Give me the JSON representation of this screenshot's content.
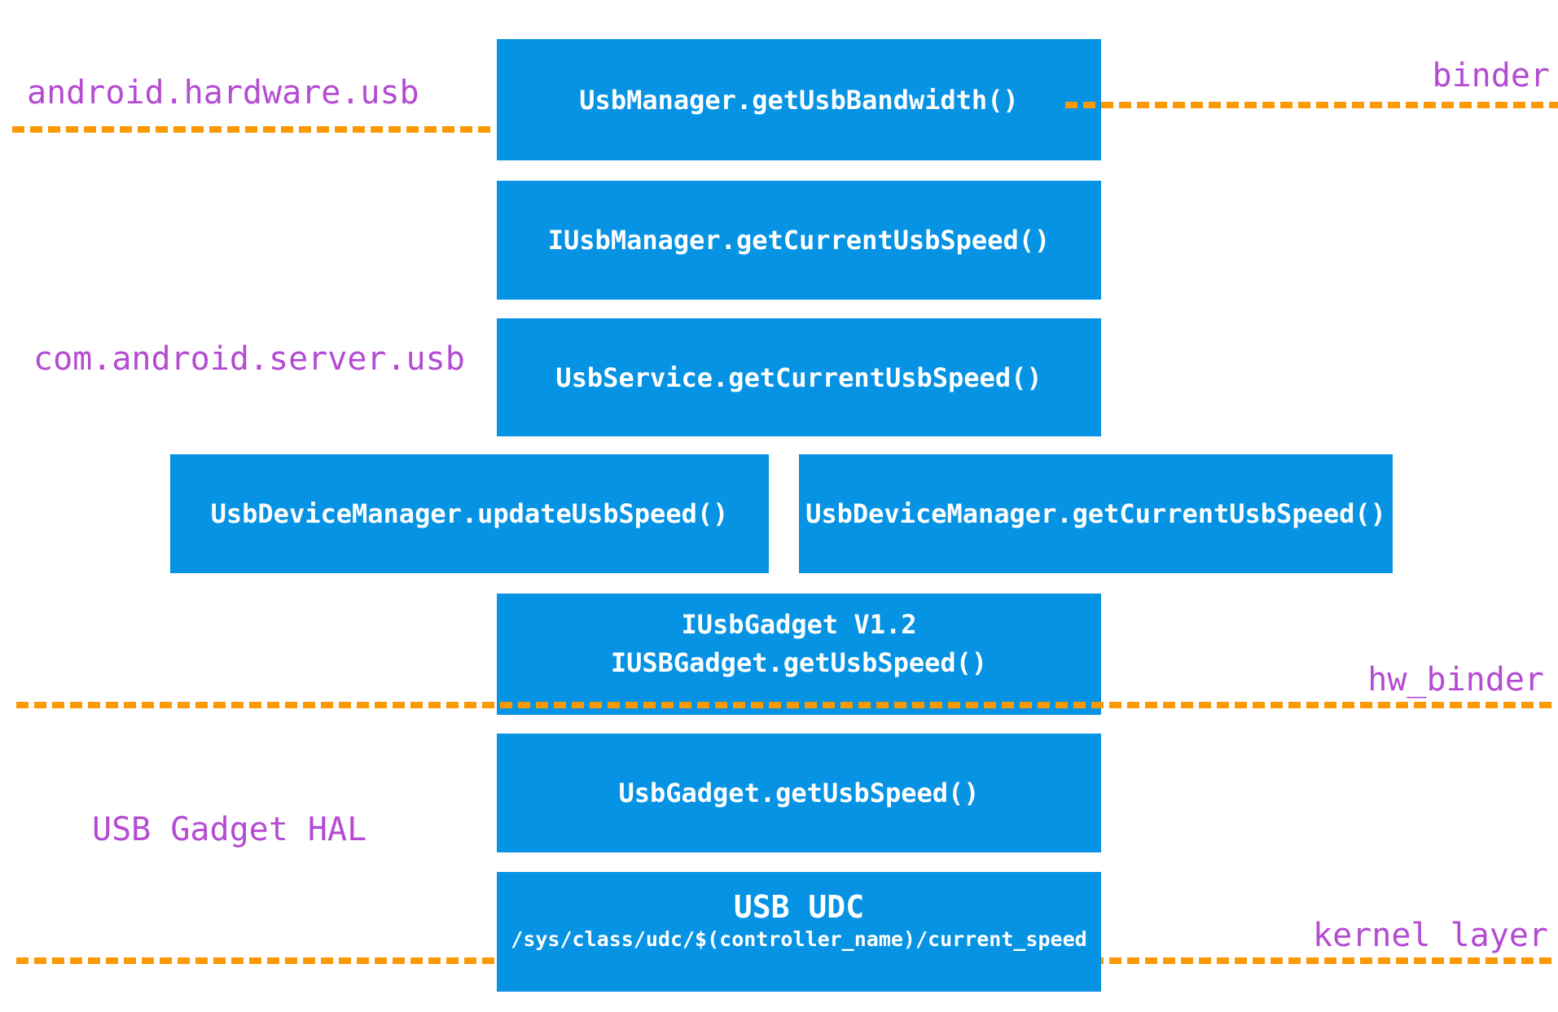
{
  "colors": {
    "box_blue": "#0693e3",
    "dash_orange": "#fb9903",
    "label_purple": "#b44bd2",
    "box_text_white": "#ffffff",
    "background": "#ffffff"
  },
  "left_labels": {
    "android_hardware_usb": "android.hardware.usb",
    "com_android_server_usb": "com.android.server.usb",
    "usb_gadget_hal": "USB Gadget HAL"
  },
  "right_labels": {
    "binder": "binder",
    "hw_binder": "hw_binder",
    "kernel_layer": "kernel layer"
  },
  "boxes": {
    "usb_manager": "UsbManager.getUsbBandwidth()",
    "iusb_manager": "IUsbManager.getCurrentUsbSpeed()",
    "usb_service": "UsbService.getCurrentUsbSpeed()",
    "udm_update": "UsbDeviceManager.updateUsbSpeed()",
    "udm_get": "UsbDeviceManager.getCurrentUsbSpeed()",
    "iusb_gadget_line1": "IUsbGadget V1.2",
    "iusb_gadget_line2": "IUSBGadget.getUsbSpeed()",
    "usb_gadget": "UsbGadget.getUsbSpeed()",
    "udc_title": "USB UDC",
    "udc_path": "/sys/class/udc/$(controller_name)/current_speed"
  }
}
